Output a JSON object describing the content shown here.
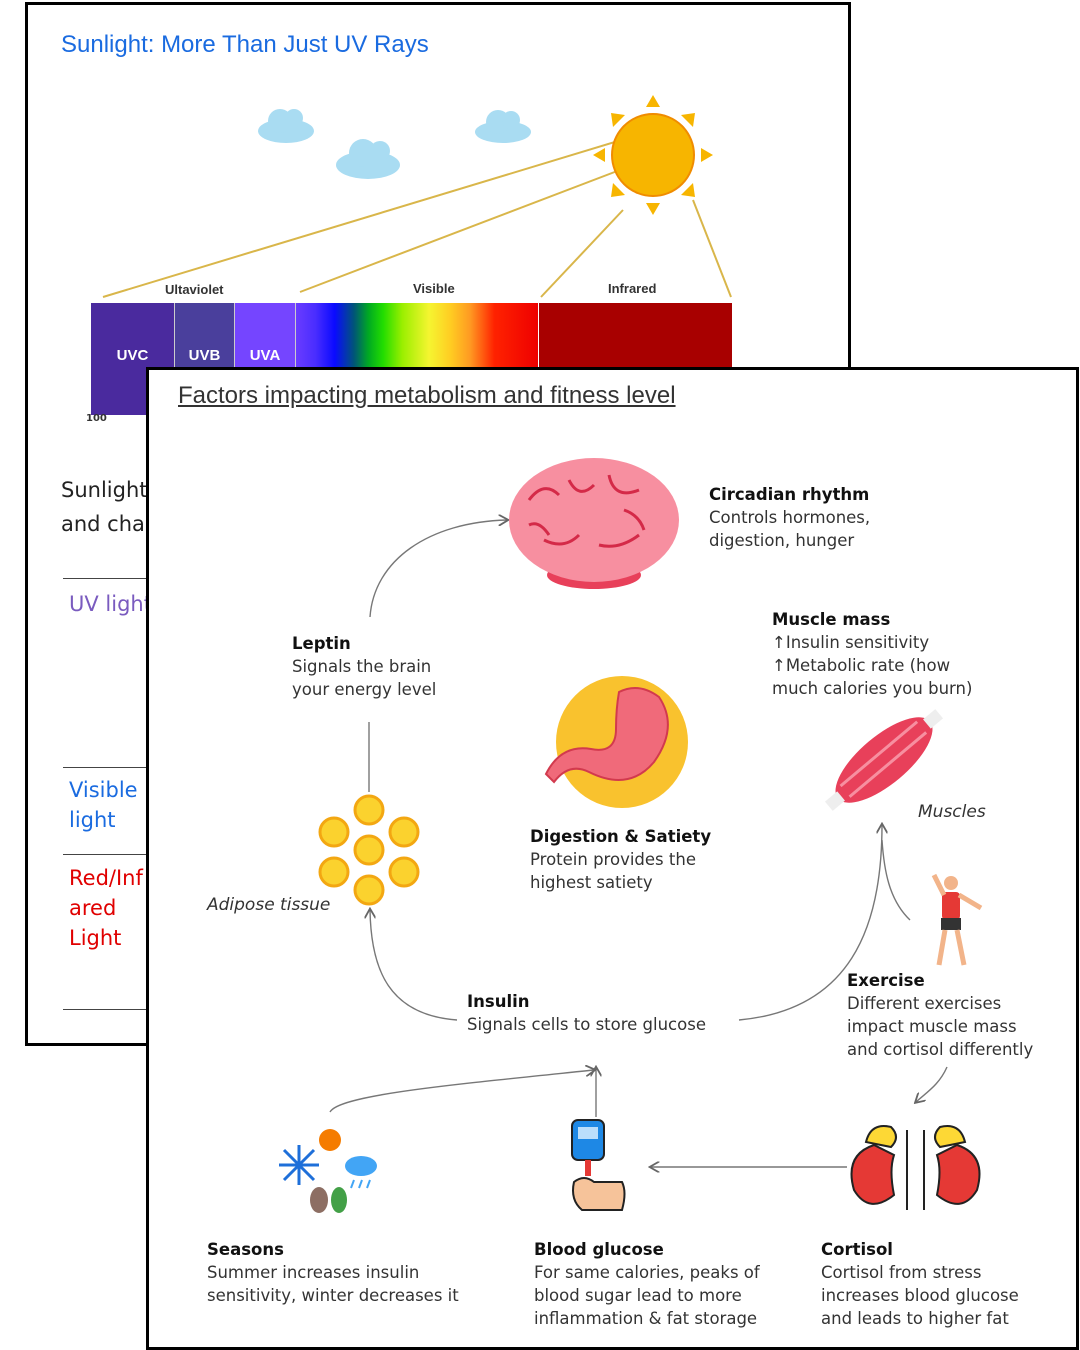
{
  "back_slide": {
    "title": "Sunlight: More Than Just UV Rays",
    "spectrum": {
      "group_labels": [
        "Ultaviolet",
        "Visible",
        "Infrared"
      ],
      "bands": [
        "UVC",
        "UVB",
        "UVA"
      ],
      "axis_start": "100"
    },
    "intro_lines": [
      "Sunlight",
      "and cha"
    ],
    "rows": [
      {
        "label": "UV light",
        "color": "#7a5bbf"
      },
      {
        "label_lines": [
          "Visible",
          "light"
        ],
        "color": "#1a6be0"
      },
      {
        "label_lines": [
          "Red/Inf",
          "ared",
          "Light"
        ],
        "color": "#e00000"
      }
    ]
  },
  "front_slide": {
    "title": "Factors impacting metabolism and fitness level",
    "circadian": {
      "heading": "Circadian rhythm",
      "lines": [
        "Controls hormones,",
        "digestion, hunger"
      ]
    },
    "muscle_mass": {
      "heading": "Muscle mass",
      "lines": [
        "↑Insulin sensitivity",
        "↑Metabolic rate (how",
        "much calories you burn)"
      ]
    },
    "leptin": {
      "heading": "Leptin",
      "lines": [
        "Signals the brain",
        "your energy level"
      ]
    },
    "digestion": {
      "heading": "Digestion & Satiety",
      "lines": [
        "Protein provides the",
        "highest satiety"
      ]
    },
    "muscles_label": "Muscles",
    "adipose_label": "Adipose tissue",
    "insulin": {
      "heading": "Insulin",
      "lines": [
        "Signals cells to store glucose"
      ]
    },
    "exercise": {
      "heading": "Exercise",
      "lines": [
        "Different exercises",
        "impact muscle mass",
        "and cortisol differently"
      ]
    },
    "seasons": {
      "heading": "Seasons",
      "lines": [
        "Summer increases insulin",
        "sensitivity, winter decreases it"
      ]
    },
    "blood_glucose": {
      "heading": "Blood glucose",
      "lines": [
        "For same calories, peaks of",
        "blood sugar lead to more",
        "inflammation & fat storage"
      ]
    },
    "cortisol": {
      "heading": "Cortisol",
      "lines": [
        "Cortisol from stress",
        "increases blood glucose",
        "and leads to higher fat"
      ]
    }
  }
}
